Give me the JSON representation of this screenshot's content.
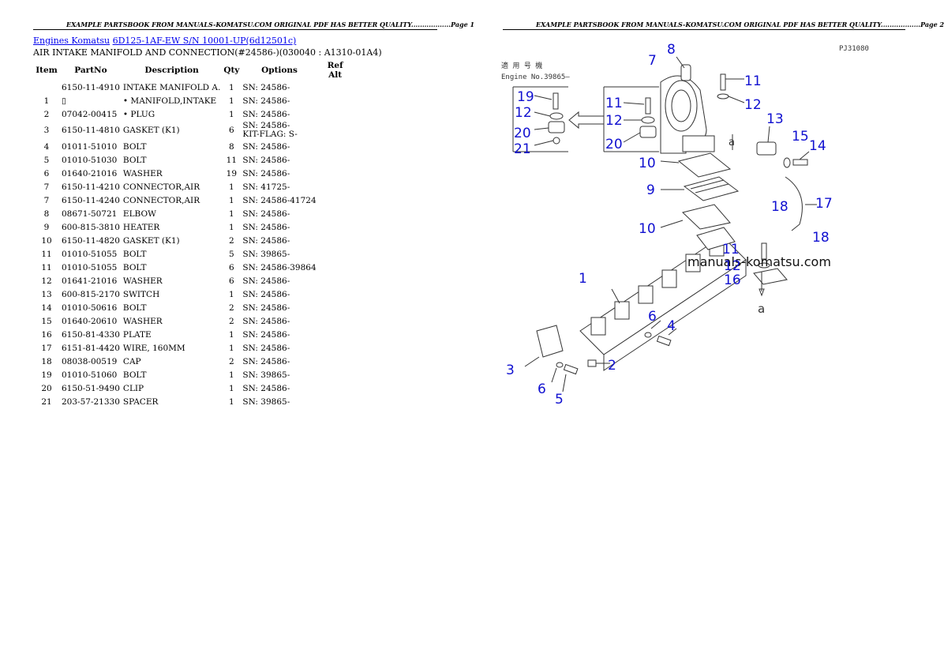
{
  "left_page": {
    "header": "EXAMPLE PARTSBOOK FROM MANUALS-KOMATSU.COM ORIGINAL PDF HAS BETTER QUALITY..................Page 1",
    "breadcrumb": {
      "link1": "Engines Komatsu",
      "link2": "6D125-1AF-EW S/N 10001-UP(6d12501c)"
    },
    "subtitle": "AIR INTAKE MANIFOLD AND CONNECTION(#24586-)(030040 : A1310-01A4)",
    "columns": [
      "Item",
      "PartNo",
      "Description",
      "Qty",
      "Options",
      "Ref Alt"
    ],
    "rows": [
      {
        "item": "",
        "partno": "6150-11-4910",
        "desc": "INTAKE MANIFOLD A.",
        "qty": "1",
        "options": "SN: 24586-",
        "ref": ""
      },
      {
        "item": "1",
        "partno": "▯",
        "desc": "• MANIFOLD,INTAKE",
        "qty": "1",
        "options": "SN: 24586-",
        "ref": ""
      },
      {
        "item": "2",
        "partno": "07042-00415",
        "desc": "• PLUG",
        "qty": "1",
        "options": "SN: 24586-",
        "ref": ""
      },
      {
        "item": "3",
        "partno": "6150-11-4810",
        "desc": "GASKET (K1)",
        "qty": "6",
        "options": "SN: 24586-\nKIT-FLAG: S-",
        "ref": ""
      },
      {
        "item": "4",
        "partno": "01011-51010",
        "desc": "BOLT",
        "qty": "8",
        "options": "SN: 24586-",
        "ref": ""
      },
      {
        "item": "5",
        "partno": "01010-51030",
        "desc": "BOLT",
        "qty": "11",
        "options": "SN: 24586-",
        "ref": ""
      },
      {
        "item": "6",
        "partno": "01640-21016",
        "desc": "WASHER",
        "qty": "19",
        "options": "SN: 24586-",
        "ref": ""
      },
      {
        "item": "7",
        "partno": "6150-11-4210",
        "desc": "CONNECTOR,AIR",
        "qty": "1",
        "options": "SN: 41725-",
        "ref": ""
      },
      {
        "item": "7",
        "partno": "6150-11-4240",
        "desc": "CONNECTOR,AIR",
        "qty": "1",
        "options": "SN: 24586-41724",
        "ref": ""
      },
      {
        "item": "8",
        "partno": "08671-50721",
        "desc": "ELBOW",
        "qty": "1",
        "options": "SN: 24586-",
        "ref": ""
      },
      {
        "item": "9",
        "partno": "600-815-3810",
        "desc": "HEATER",
        "qty": "1",
        "options": "SN: 24586-",
        "ref": ""
      },
      {
        "item": "10",
        "partno": "6150-11-4820",
        "desc": "GASKET (K1)",
        "qty": "2",
        "options": "SN: 24586-",
        "ref": ""
      },
      {
        "item": "11",
        "partno": "01010-51055",
        "desc": "BOLT",
        "qty": "5",
        "options": "SN: 39865-",
        "ref": ""
      },
      {
        "item": "11",
        "partno": "01010-51055",
        "desc": "BOLT",
        "qty": "6",
        "options": "SN: 24586-39864",
        "ref": ""
      },
      {
        "item": "12",
        "partno": "01641-21016",
        "desc": "WASHER",
        "qty": "6",
        "options": "SN: 24586-",
        "ref": ""
      },
      {
        "item": "13",
        "partno": "600-815-2170",
        "desc": "SWITCH",
        "qty": "1",
        "options": "SN: 24586-",
        "ref": ""
      },
      {
        "item": "14",
        "partno": "01010-50616",
        "desc": "BOLT",
        "qty": "2",
        "options": "SN: 24586-",
        "ref": ""
      },
      {
        "item": "15",
        "partno": "01640-20610",
        "desc": "WASHER",
        "qty": "2",
        "options": "SN: 24586-",
        "ref": ""
      },
      {
        "item": "16",
        "partno": "6150-81-4330",
        "desc": "PLATE",
        "qty": "1",
        "options": "SN: 24586-",
        "ref": ""
      },
      {
        "item": "17",
        "partno": "6151-81-4420",
        "desc": "WIRE, 160MM",
        "qty": "1",
        "options": "SN: 24586-",
        "ref": ""
      },
      {
        "item": "18",
        "partno": "08038-00519",
        "desc": "CAP",
        "qty": "2",
        "options": "SN: 24586-",
        "ref": ""
      },
      {
        "item": "19",
        "partno": "01010-51060",
        "desc": "BOLT",
        "qty": "1",
        "options": "SN: 39865-",
        "ref": ""
      },
      {
        "item": "20",
        "partno": "6150-51-9490",
        "desc": "CLIP",
        "qty": "1",
        "options": "SN: 24586-",
        "ref": ""
      },
      {
        "item": "21",
        "partno": "203-57-21330",
        "desc": "SPACER",
        "qty": "1",
        "options": "SN: 39865-",
        "ref": ""
      }
    ]
  },
  "right_page": {
    "header": "EXAMPLE PARTSBOOK FROM MANUALS-KOMATSU.COM ORIGINAL PDF HAS BETTER QUALITY..................Page 2",
    "diagram": {
      "code": "PJ31080",
      "stamp_line1": "適 用 号 機",
      "stamp_line2": "Engine No.39865—",
      "watermark": "manuals-komatsu.com",
      "ref_a": "a",
      "callouts": {
        "c1": "1",
        "c2": "2",
        "c3": "3",
        "c4": "4",
        "c5": "5",
        "c6": "6",
        "c6b": "6",
        "c7": "7",
        "c8": "8",
        "c9": "9",
        "c10a": "10",
        "c10b": "10",
        "c11a": "11",
        "c11b": "11",
        "c11c": "11",
        "c12a": "12",
        "c12b": "12",
        "c12c": "12",
        "c12d": "12",
        "c13": "13",
        "c14": "14",
        "c15": "15",
        "c16": "16",
        "c17": "17",
        "c18a": "18",
        "c18b": "18",
        "c19": "19",
        "c20a": "20",
        "c20b": "20",
        "c21": "21"
      },
      "colors": {
        "callout": "#1010d0",
        "line": "#333333"
      }
    }
  }
}
